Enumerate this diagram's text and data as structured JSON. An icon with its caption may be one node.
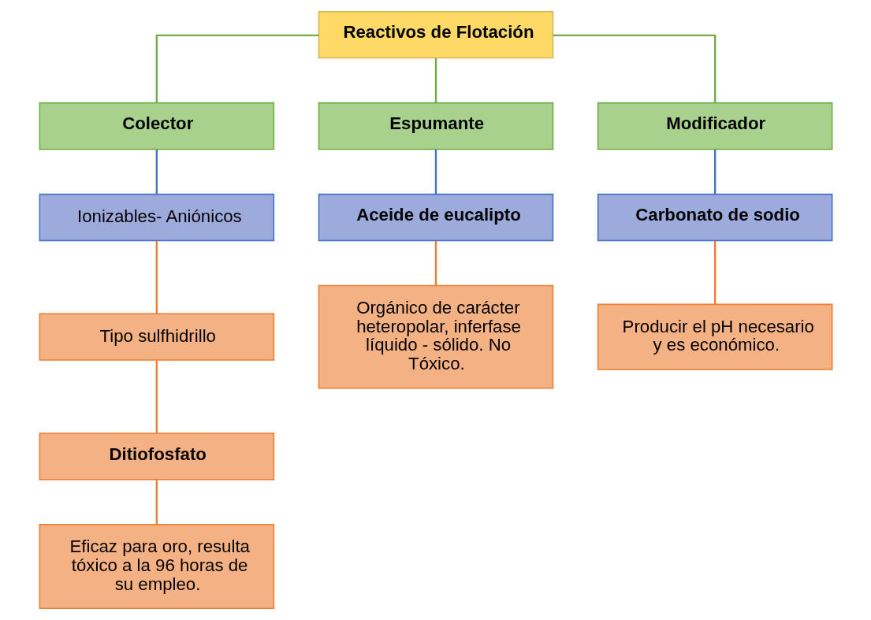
{
  "diagram": {
    "nodes": [
      {
        "text": [
          "Reactivos de Flotación"
        ]
      },
      {
        "text": [
          "Colector"
        ]
      },
      {
        "text": [
          "Espumante"
        ]
      },
      {
        "text": [
          "Modificador"
        ]
      },
      {
        "text": [
          "Ionizables- Aniónicos"
        ]
      },
      {
        "text": [
          "Aceide de eucalipto"
        ]
      },
      {
        "text": [
          "Carbonato de sodio"
        ]
      },
      {
        "text": [
          "Tipo sulfhidrillo"
        ]
      },
      {
        "text": [
          "Ditiofosfato"
        ]
      },
      {
        "text": [
          "Eficaz para oro, resulta tóxico a la 96 horas de su empleo."
        ]
      },
      {
        "text": [
          "Orgánico de carácter heteropolar, inferfase líquido - sólido. No Tóxico."
        ]
      },
      {
        "text": [
          "Producir el pH necesario y es económico."
        ]
      }
    ],
    "edges": [
      {
        "from": 0,
        "to": 1,
        "arrow": "none",
        "color": "#70ad47"
      },
      {
        "from": 0,
        "to": 2,
        "arrow": "none",
        "color": "#70ad47"
      },
      {
        "from": 0,
        "to": 3,
        "arrow": "none",
        "color": "#70ad47"
      },
      {
        "from": 1,
        "to": 4,
        "arrow": "none",
        "color": "#4472c4"
      },
      {
        "from": 2,
        "to": 5,
        "arrow": "none",
        "color": "#4472c4"
      },
      {
        "from": 3,
        "to": 6,
        "arrow": "none",
        "color": "#4472c4"
      },
      {
        "from": 4,
        "to": 7,
        "arrow": "none"
      },
      {
        "from": 7,
        "to": 8,
        "arrow": "none"
      },
      {
        "from": 8,
        "to": 9,
        "arrow": "none"
      },
      {
        "from": 5,
        "to": 10,
        "arrow": "none"
      },
      {
        "from": 6,
        "to": 11,
        "arrow": "none"
      }
    ]
  }
}
